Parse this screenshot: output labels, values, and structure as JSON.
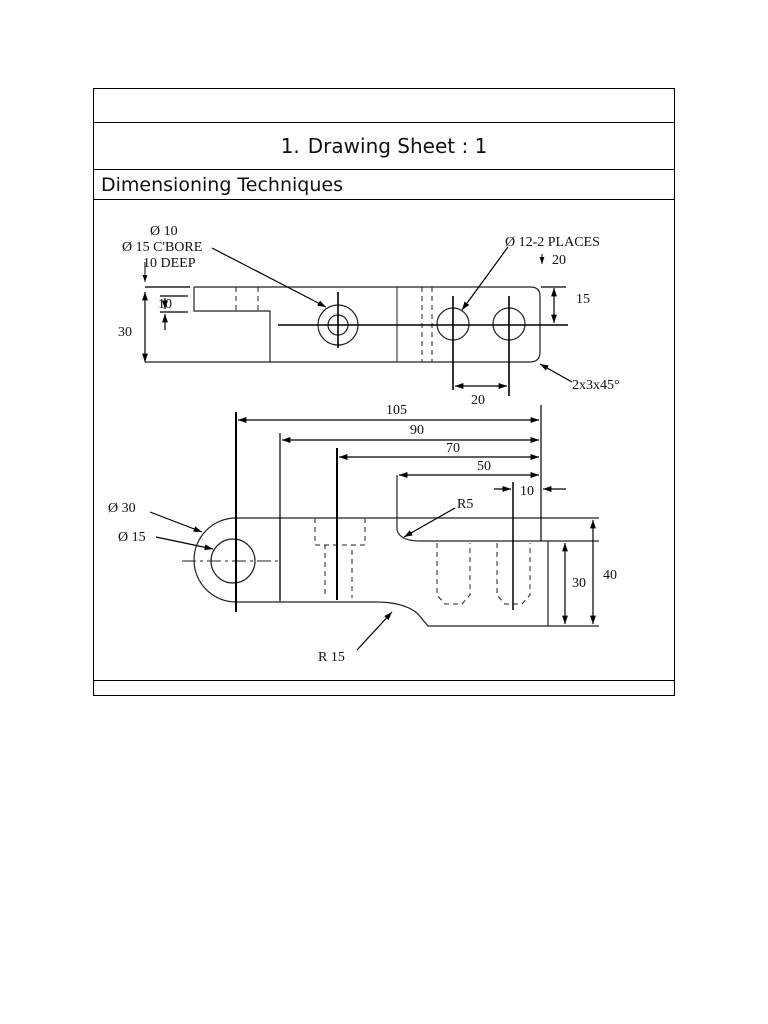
{
  "sheet": {
    "title_number": "1.",
    "title": "Drawing Sheet : 1",
    "subtitle": "Dimensioning Techniques"
  },
  "top_view": {
    "callout_hole_dia": "Ø 10",
    "callout_cbore": "Ø 15 C'BORE",
    "callout_depth": "10 DEEP",
    "callout_places": "Ø 12-2 PLACES",
    "callout_places_depth": "20",
    "dim_slot": "10",
    "dim_height": "30",
    "dim_right": "15",
    "dim_pitch": "20",
    "chamfer": "2x3x45°"
  },
  "front_view": {
    "dim_105": "105",
    "dim_90": "90",
    "dim_70": "70",
    "dim_50": "50",
    "dim_10": "10",
    "dia_30": "Ø 30",
    "dia_15": "Ø 15",
    "radius_5": "R5",
    "radius_15": "R 15",
    "dim_30": "30",
    "dim_40": "40"
  }
}
